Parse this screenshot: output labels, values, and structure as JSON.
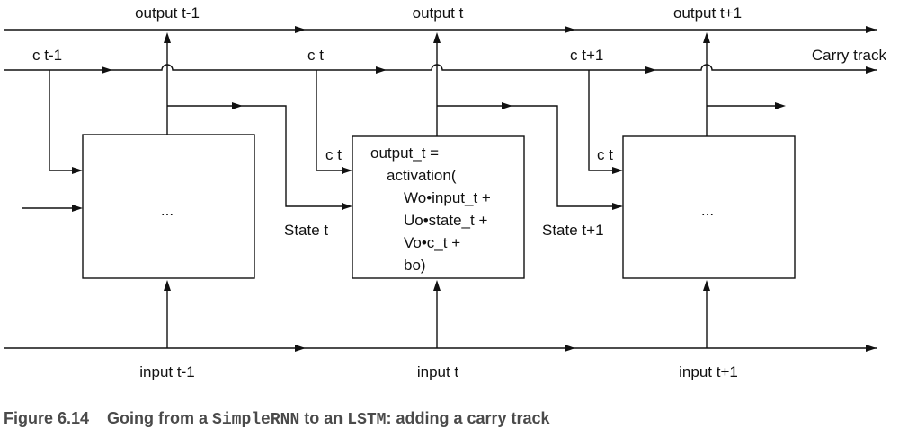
{
  "top_outputs": [
    "output t-1",
    "output t",
    "output t+1"
  ],
  "carry_labels": [
    "c t-1",
    "c t",
    "c t+1"
  ],
  "carry_track_label": "Carry track",
  "box_carry_labels": [
    "c t",
    "c t"
  ],
  "state_labels": [
    "State t",
    "State t+1"
  ],
  "inputs": [
    "input t-1",
    "input t",
    "input t+1"
  ],
  "cell_left_text": "...",
  "cell_right_text": "...",
  "cell_middle_lines": [
    "output_t =",
    "activation(",
    "Wo•input_t +",
    "Uo•state_t +",
    "Vo•c_t +",
    "bo)"
  ],
  "caption": {
    "number": "Figure 6.14",
    "p1": "Going from a ",
    "code1": "SimpleRNN",
    "p2": " to an ",
    "code2": "LSTM",
    "p3": ": adding a carry track"
  }
}
